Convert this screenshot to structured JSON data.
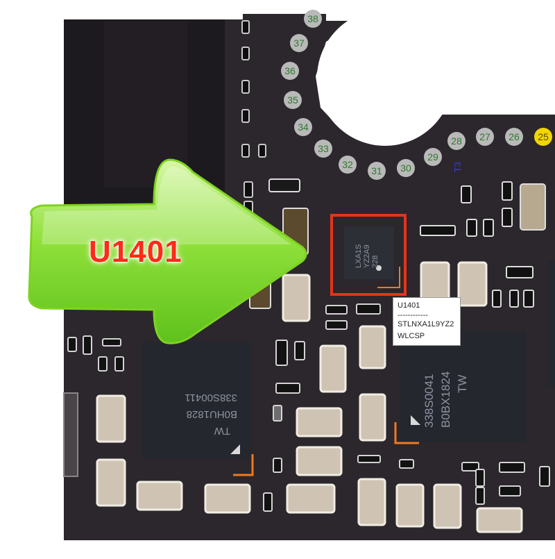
{
  "highlight": {
    "part_label": "U1401",
    "arrow_color": "#7ed321",
    "box_color": "#e8321a"
  },
  "tooltip": {
    "ref": "U1401",
    "divider": "------------",
    "part_number": "STLNXA1L9YZ2",
    "package": "WLCSP"
  },
  "pins": [
    {
      "label": "38"
    },
    {
      "label": "37"
    },
    {
      "label": "36"
    },
    {
      "label": "35"
    },
    {
      "label": "34"
    },
    {
      "label": "33"
    },
    {
      "label": "32"
    },
    {
      "label": "31"
    },
    {
      "label": "30"
    },
    {
      "label": "29"
    },
    {
      "label": "28"
    },
    {
      "label": "27"
    },
    {
      "label": "26"
    },
    {
      "label": "25",
      "highlighted": true
    }
  ],
  "testpoint": "T3",
  "chips": {
    "left": {
      "line1": "TW",
      "line2": "B0HU1828",
      "line3": "338S00411"
    },
    "right": {
      "line1": "338S0041",
      "line2": "B0BX1824",
      "line3": "TW"
    },
    "target": {
      "line1": "LXA1S",
      "line2": "YZ2A9",
      "line3": "228"
    }
  }
}
